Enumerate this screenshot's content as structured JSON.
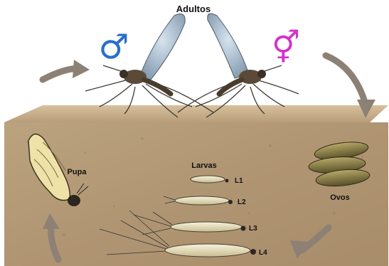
{
  "title": "Adultos",
  "stages": {
    "pupa": "Pupa",
    "larvae_group": "Larvas",
    "eggs": "Ovos"
  },
  "larvae": [
    {
      "label": "L1"
    },
    {
      "label": "L2"
    },
    {
      "label": "L3"
    },
    {
      "label": "L4"
    }
  ],
  "symbols": {
    "male": "♂",
    "female": "⚥"
  },
  "colors": {
    "male_symbol": "#2a6fc9",
    "female_symbol": "#d431c9",
    "soil_top": "#c7a886",
    "soil_body": "#b59a74",
    "arrow": "#8d8075"
  }
}
